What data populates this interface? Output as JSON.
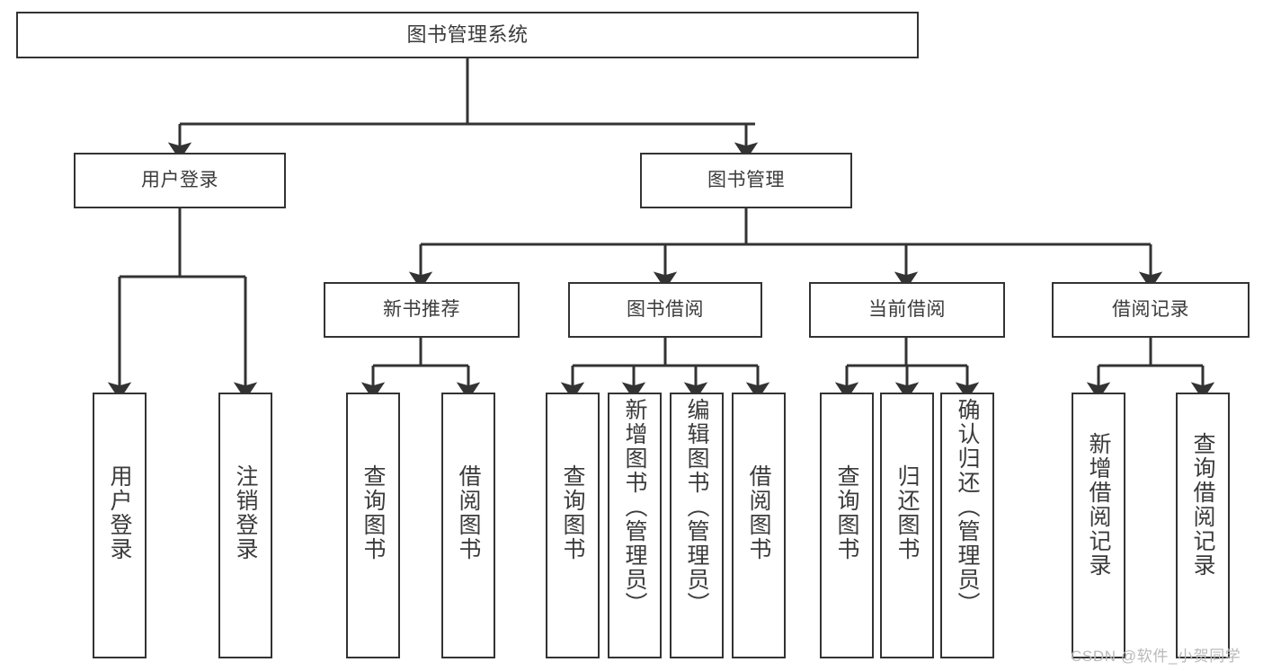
{
  "diagram": {
    "title": "图书管理系统",
    "type": "hierarchy-tree",
    "background": "#ffffff",
    "node_border_color": "#333333",
    "text_color": "#3b3b3b",
    "edge_color": "#333333",
    "levels": {
      "root": [
        "图书管理系统"
      ],
      "level1": [
        "用户登录",
        "图书管理"
      ],
      "level2": [
        "新书推荐",
        "图书借阅",
        "当前借阅",
        "借阅记录"
      ],
      "leaves": [
        "用户登录",
        "注销登录",
        "查询图书",
        "借阅图书",
        "查询图书",
        "新增图书（管理员）",
        "编辑图书（管理员）",
        "借阅图书",
        "查询图书",
        "归还图书",
        "确认归还（管理员）",
        "新增借阅记录",
        "查询借阅记录"
      ]
    },
    "nodes": {
      "root": {
        "label": "图书管理系统"
      },
      "user_login": {
        "label": "用户登录"
      },
      "book_manage": {
        "label": "图书管理"
      },
      "new_book_rec": {
        "label": "新书推荐"
      },
      "book_borrow": {
        "label": "图书借阅"
      },
      "current_borrow": {
        "label": "当前借阅"
      },
      "borrow_record": {
        "label": "借阅记录"
      },
      "leaf_user_login": {
        "label": "用户登录"
      },
      "leaf_logout": {
        "label": "注销登录"
      },
      "leaf_query_book_1": {
        "label": "查询图书"
      },
      "leaf_borrow_book_1": {
        "label": "借阅图书"
      },
      "leaf_query_book_2": {
        "label": "查询图书"
      },
      "leaf_add_book": {
        "label": "新增图书（管理员）"
      },
      "leaf_edit_book": {
        "label": "编辑图书（管理员）"
      },
      "leaf_borrow_book_2": {
        "label": "借阅图书"
      },
      "leaf_query_book_3": {
        "label": "查询图书"
      },
      "leaf_return_book": {
        "label": "归还图书"
      },
      "leaf_confirm_return": {
        "label": "确认归还（管理员）"
      },
      "leaf_add_record": {
        "label": "新增借阅记录"
      },
      "leaf_query_record": {
        "label": "查询借阅记录"
      }
    }
  },
  "watermark": {
    "text": "CSDN @软件_小贺同学"
  }
}
